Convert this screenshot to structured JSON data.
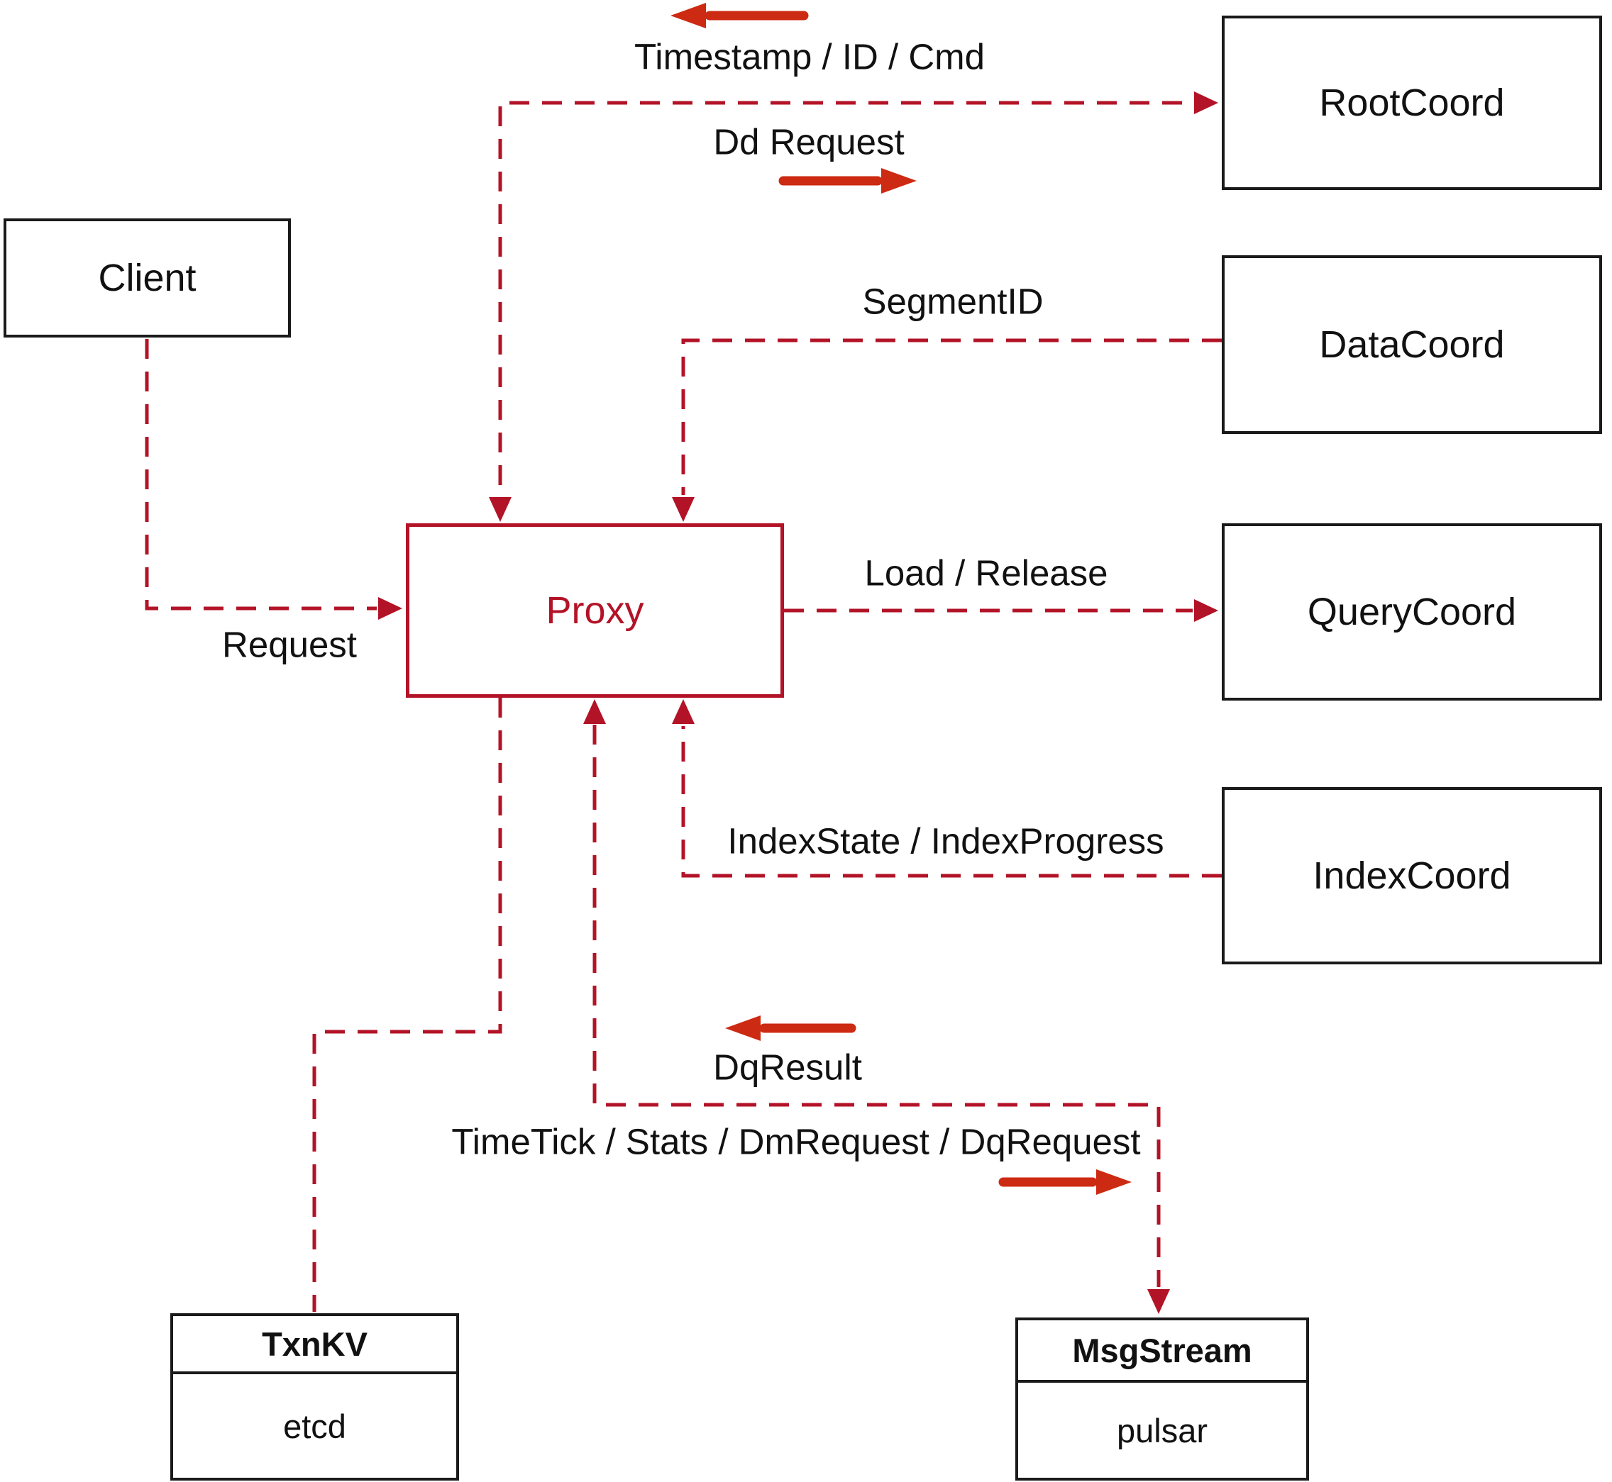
{
  "diagram": {
    "nodes": {
      "client": {
        "label": "Client"
      },
      "proxy": {
        "label": "Proxy"
      },
      "root_coord": {
        "label": "RootCoord"
      },
      "data_coord": {
        "label": "DataCoord"
      },
      "query_coord": {
        "label": "QueryCoord"
      },
      "index_coord": {
        "label": "IndexCoord"
      },
      "txn_kv": {
        "title": "TxnKV",
        "impl": "etcd"
      },
      "msg_stream": {
        "title": "MsgStream",
        "impl": "pulsar"
      }
    },
    "edge_labels": {
      "timestamp_id_cmd": "Timestamp / ID / Cmd",
      "dd_request": "Dd Request",
      "segment_id": "SegmentID",
      "load_release": "Load / Release",
      "index_state_progress": "IndexState / IndexProgress",
      "request": "Request",
      "dq_result": "DqResult",
      "timetick_stats": "TimeTick / Stats / DmRequest / DqRequest"
    },
    "colors": {
      "dashed_line": "#b31327",
      "solid_arrow": "#cc2a12",
      "box_border": "#1a1a1a",
      "text": "#111111",
      "proxy": "#b31327",
      "background": "#ffffff"
    }
  }
}
